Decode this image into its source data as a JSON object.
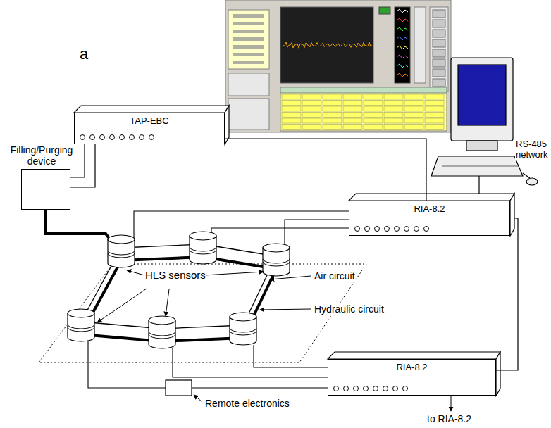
{
  "diagram": {
    "nodes": [
      {
        "text": [
          "Filling/Purging device"
        ]
      },
      {
        "text": [
          "TAP-EBC"
        ]
      },
      {
        "text": [
          "RIA-8.2"
        ]
      },
      {
        "text": [
          "RIA-8.2"
        ]
      }
    ],
    "edges": [
      {
        "from": 0,
        "to": 1,
        "arrow": "none"
      },
      {
        "from": 0,
        "to": 1,
        "arrow": "none"
      },
      {
        "from": 1,
        "to": 2,
        "arrow": "none"
      },
      {
        "from": 2,
        "to": 3,
        "arrow": "none"
      }
    ],
    "labels": [
      "a",
      "RS-485 network",
      "HLS sensors",
      "Air circuit",
      "Hydraulic circuit",
      "Remote electronics",
      "to RIA-8.2"
    ]
  }
}
